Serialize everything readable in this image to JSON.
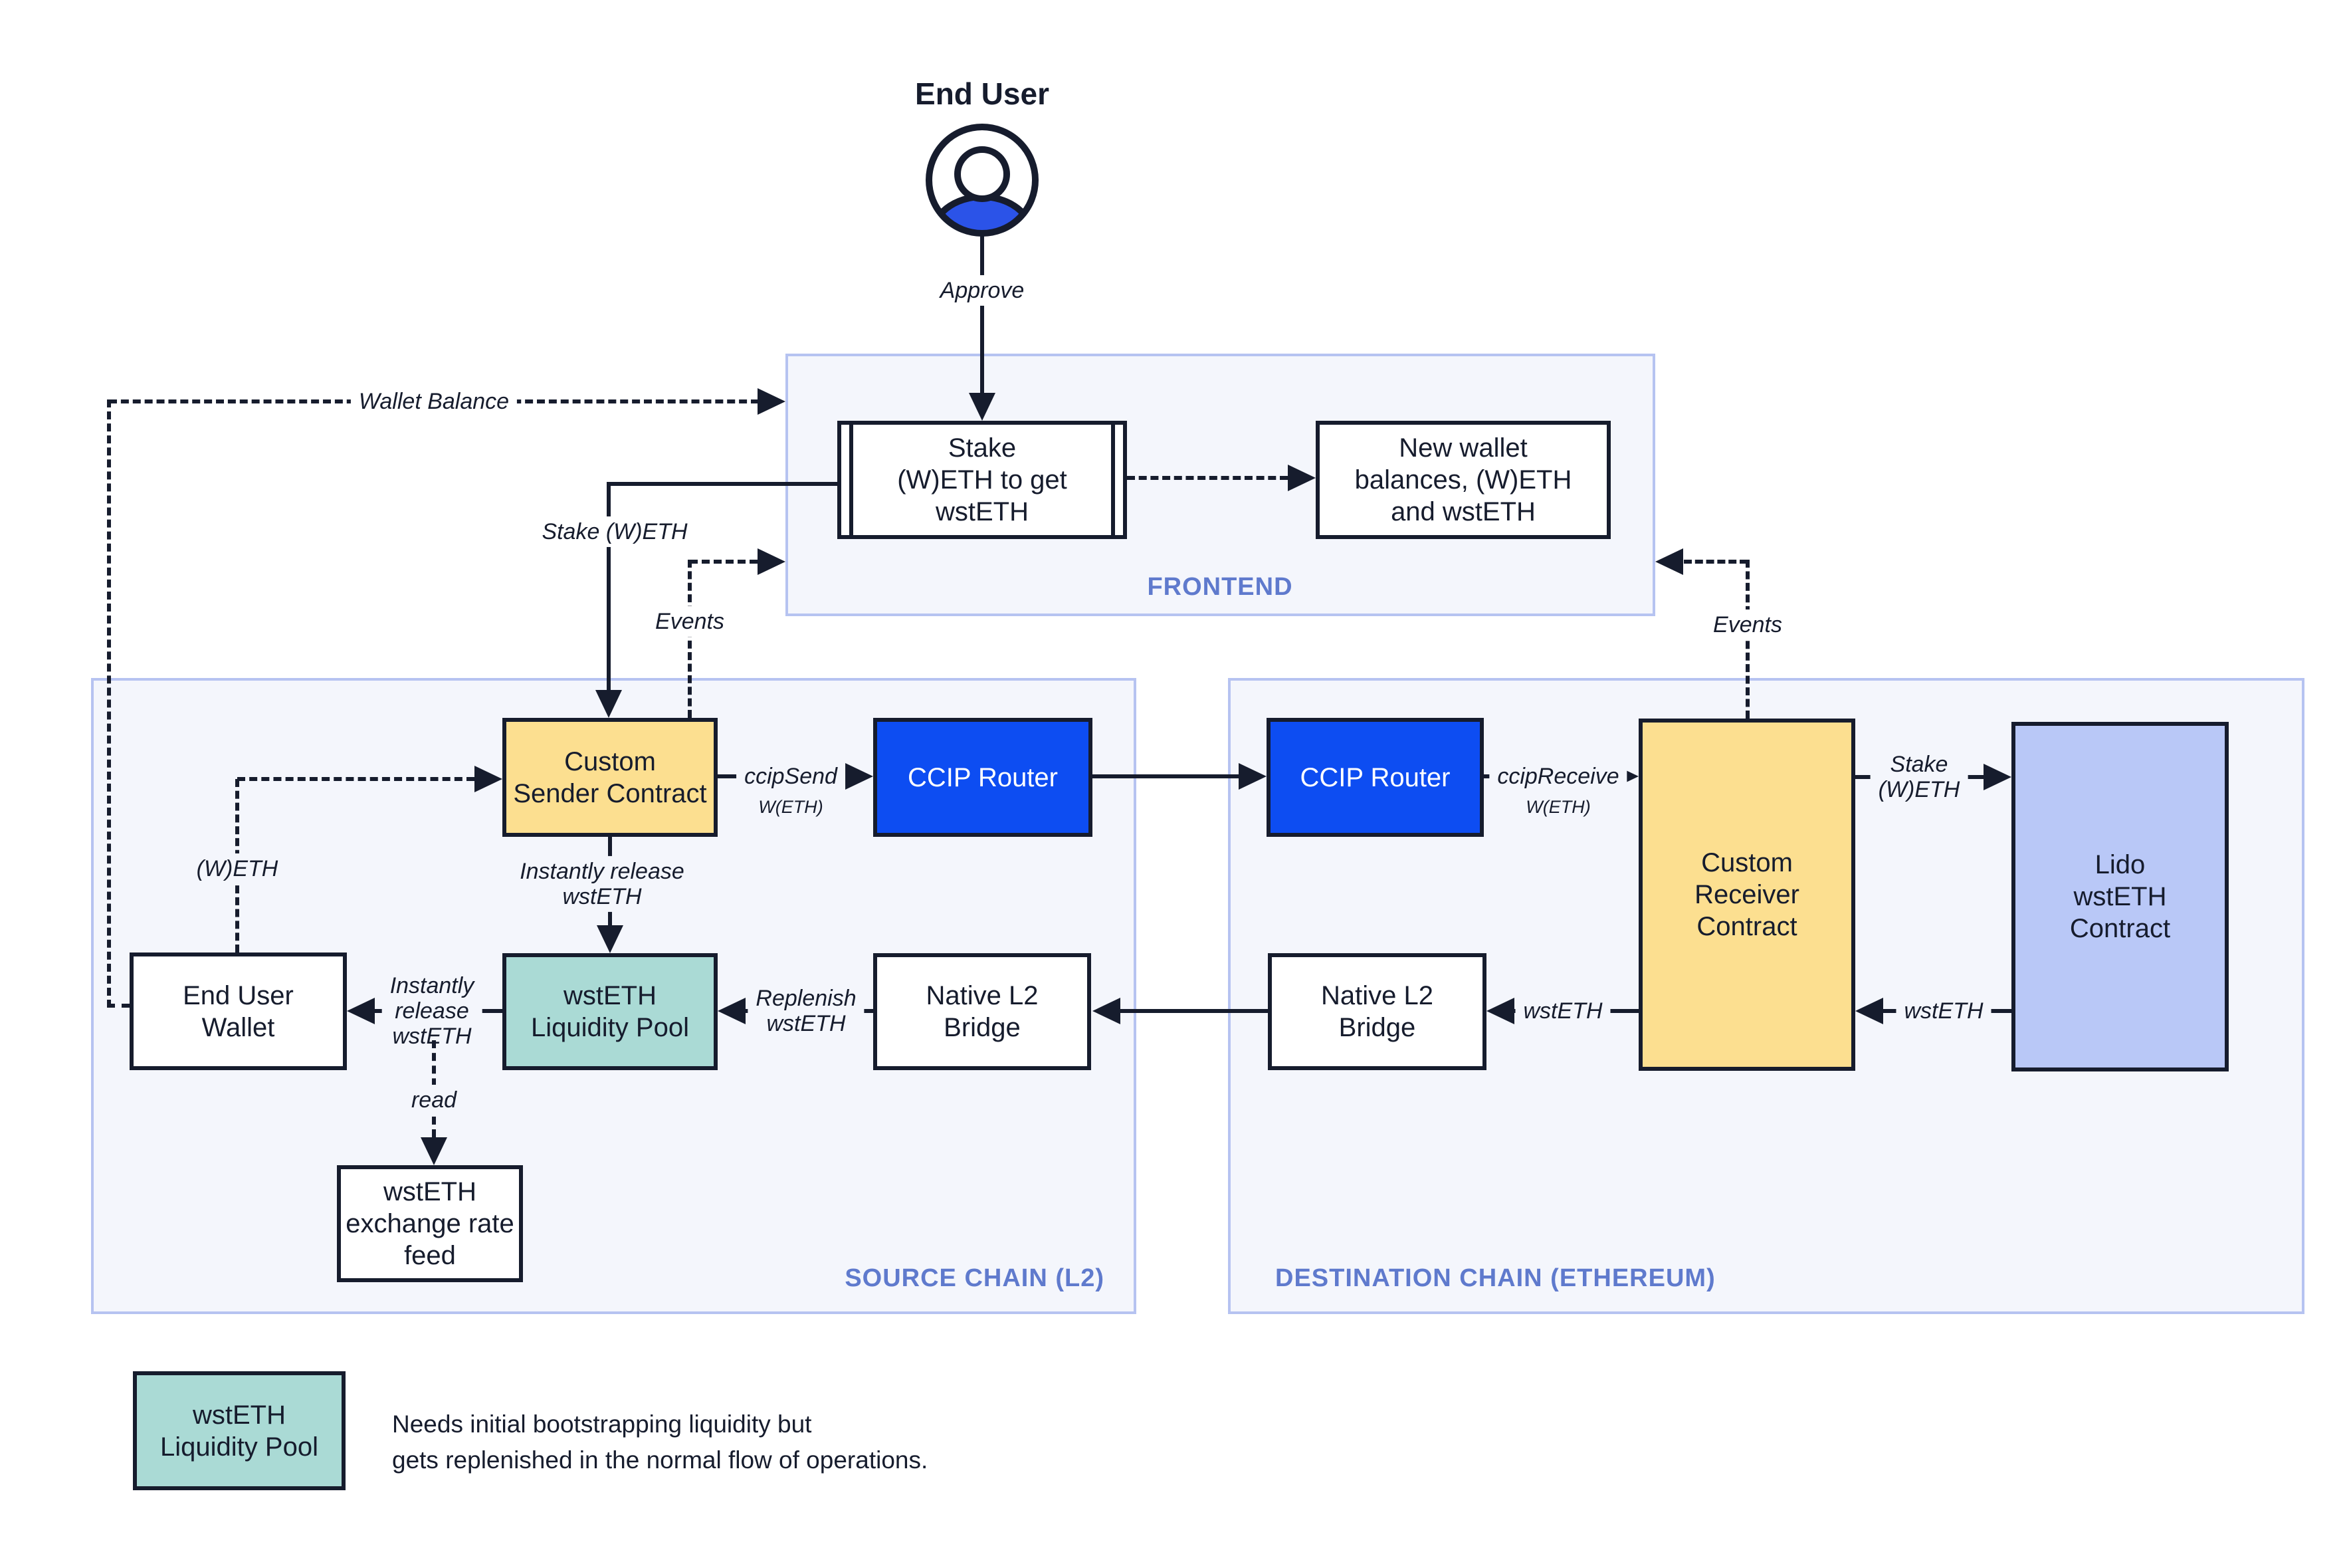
{
  "end_user": {
    "label": "End User",
    "approve_label": "Approve"
  },
  "frontend": {
    "label": "FRONTEND",
    "stake_box": "Stake\n(W)ETH to get\nwstETH",
    "new_wallet_box": "New wallet\nbalances, (W)ETH\nand wstETH"
  },
  "source_chain": {
    "label": "SOURCE CHAIN (L2)",
    "custom_sender": "Custom\nSender Contract",
    "ccip_router": "CCIP Router",
    "end_user_wallet": "End User\nWallet",
    "wsteth_liquidity_pool": "wstETH\nLiquidity Pool",
    "native_l2_bridge": "Native L2\nBridge",
    "exchange_rate_feed": "wstETH\nexchange rate\nfeed"
  },
  "destination_chain": {
    "label": "DESTINATION CHAIN (ETHEREUM)",
    "ccip_router": "CCIP Router",
    "custom_receiver": "Custom\nReceiver\nContract",
    "lido_contract": "Lido\nwstETH\nContract",
    "native_l2_bridge": "Native L2\nBridge"
  },
  "edges": {
    "wallet_balance": "Wallet Balance",
    "stake_weth": "Stake (W)ETH",
    "events_left": "Events",
    "events_right": "Events",
    "ccip_send": "ccipSend",
    "ccip_send_token": "W(ETH)",
    "ccip_receive": "ccipReceive",
    "ccip_receive_token": "W(ETH)",
    "instantly_release_mid": "Instantly release\nwstETH",
    "instantly_release_left": "Instantly\nrelease\nwstETH",
    "replenish": "Replenish\nwstETH",
    "stake_weth_right": "Stake\n(W)ETH",
    "wsteth_to_receiver": "wstETH",
    "wsteth_from_lido": "wstETH",
    "weth": "(W)ETH",
    "read": "read"
  },
  "legend": {
    "box": "wstETH\nLiquidity Pool",
    "note": "Needs initial bootstrapping liquidity but\ngets replenished in the normal flow of operations."
  },
  "colors": {
    "accent_blue": "#0D4DF2",
    "yellow": "#FCDF90",
    "teal": "#AADAD5",
    "periwinkle": "#B9C8F7",
    "container_bg": "#F4F6FC",
    "container_border": "#B6C3F1",
    "label_blue": "#5F7ACD",
    "ink": "#161C2D",
    "icon_blue": "#2B53E8"
  }
}
